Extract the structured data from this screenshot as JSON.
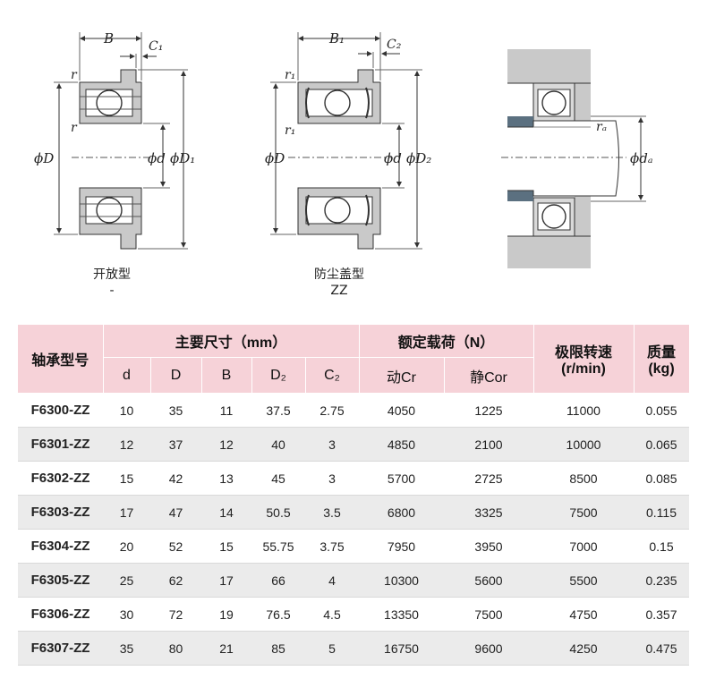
{
  "diagrams": {
    "open": {
      "caption_line1": "开放型",
      "caption_line2": "-",
      "labels": {
        "B": "B",
        "C1": "C₁",
        "r_top": "r",
        "r_mid": "r",
        "phiD": "ϕD",
        "phid": "ϕd",
        "phiD1": "ϕD₁"
      }
    },
    "shielded": {
      "caption_line1": "防尘盖型",
      "caption_line2": "ZZ",
      "labels": {
        "B1": "B₁",
        "C2": "C₂",
        "r1_top": "r₁",
        "r1_mid": "r₁",
        "phiD": "ϕD",
        "phid": "ϕd",
        "phiD2": "ϕD₂"
      }
    },
    "mounting": {
      "labels": {
        "ra": "rₐ",
        "phida": "ϕdₐ"
      }
    }
  },
  "table": {
    "col_model": "轴承型号",
    "group_dims": "主要尺寸（mm）",
    "group_load": "额定载荷（N）",
    "col_speed_line1": "极限转速",
    "col_speed_line2": "(r/min)",
    "col_mass_line1": "质量",
    "col_mass_line2": "(kg)",
    "sub_headers": {
      "d": "d",
      "D": "D",
      "B": "B",
      "D2": "D₂",
      "C2": "C₂",
      "Cr": "动Cr",
      "Cor": "静Cor"
    },
    "rows": [
      {
        "model": "F6300-ZZ",
        "d": "10",
        "D": "35",
        "B": "11",
        "D2": "37.5",
        "C2": "2.75",
        "Cr": "4050",
        "Cor": "1225",
        "speed": "11000",
        "mass": "0.055"
      },
      {
        "model": "F6301-ZZ",
        "d": "12",
        "D": "37",
        "B": "12",
        "D2": "40",
        "C2": "3",
        "Cr": "4850",
        "Cor": "2100",
        "speed": "10000",
        "mass": "0.065"
      },
      {
        "model": "F6302-ZZ",
        "d": "15",
        "D": "42",
        "B": "13",
        "D2": "45",
        "C2": "3",
        "Cr": "5700",
        "Cor": "2725",
        "speed": "8500",
        "mass": "0.085"
      },
      {
        "model": "F6303-ZZ",
        "d": "17",
        "D": "47",
        "B": "14",
        "D2": "50.5",
        "C2": "3.5",
        "Cr": "6800",
        "Cor": "3325",
        "speed": "7500",
        "mass": "0.115"
      },
      {
        "model": "F6304-ZZ",
        "d": "20",
        "D": "52",
        "B": "15",
        "D2": "55.75",
        "C2": "3.75",
        "Cr": "7950",
        "Cor": "3950",
        "speed": "7000",
        "mass": "0.15"
      },
      {
        "model": "F6305-ZZ",
        "d": "25",
        "D": "62",
        "B": "17",
        "D2": "66",
        "C2": "4",
        "Cr": "10300",
        "Cor": "5600",
        "speed": "5500",
        "mass": "0.235"
      },
      {
        "model": "F6306-ZZ",
        "d": "30",
        "D": "72",
        "B": "19",
        "D2": "76.5",
        "C2": "4.5",
        "Cr": "13350",
        "Cor": "7500",
        "speed": "4750",
        "mass": "0.357"
      },
      {
        "model": "F6307-ZZ",
        "d": "35",
        "D": "80",
        "B": "21",
        "D2": "85",
        "C2": "5",
        "Cr": "16750",
        "Cor": "9600",
        "speed": "4250",
        "mass": "0.475"
      }
    ]
  }
}
